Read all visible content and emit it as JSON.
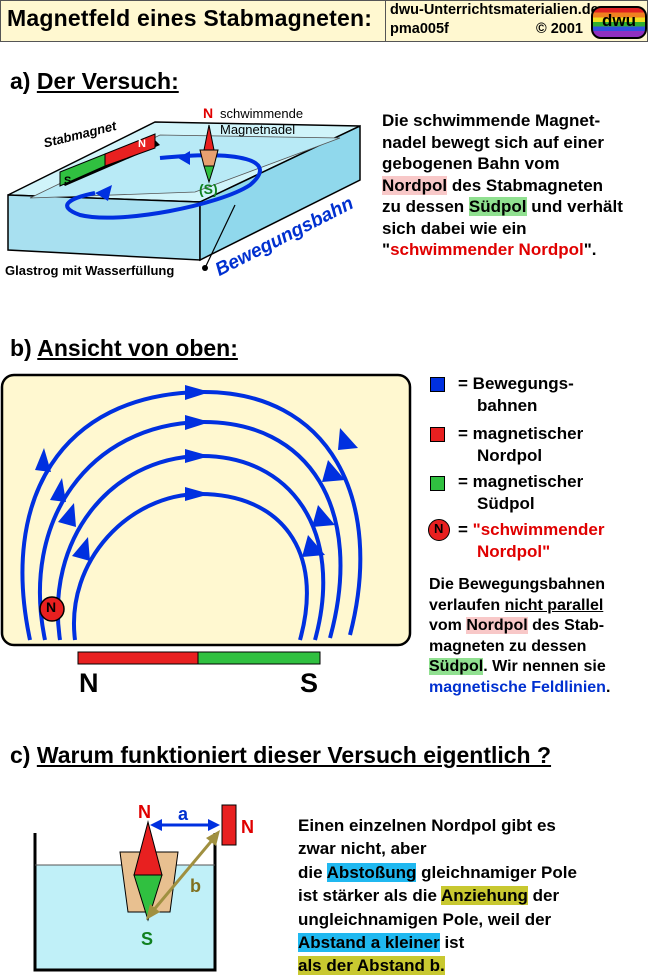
{
  "header": {
    "title": "Magnetfeld eines Stabmagneten:",
    "site": "dwu-Unterrichtsmaterialien.de",
    "code": "pma005f",
    "copyright": "© 2001",
    "logo_text": "dwu"
  },
  "section_a": {
    "heading_prefix": "a)",
    "heading": "Der Versuch:",
    "labels": {
      "stabmagnet": "Stabmagnet",
      "needle_n": "N",
      "needle_label_1": "schwimmende",
      "needle_label_2": "Magnetnadel",
      "magnet_n": "N",
      "magnet_s": "S",
      "needle_s": "(S)",
      "trough": "Glastrog mit Wasserfüllung",
      "path": "Bewegungsbahn"
    },
    "text": {
      "l1": "Die schwimmende Magnet-",
      "l2": "nadel bewegt sich auf einer",
      "l3": "gebogenen Bahn vom",
      "l4_hl": "Nordpol",
      "l4": " des Stabmagneten",
      "l5_a": "zu dessen ",
      "l5_hl": "Südpol",
      "l5_b": " und verhält",
      "l6": "sich dabei wie ein",
      "l7_q1": "\"",
      "l7_red": "schwimmender Nordpol",
      "l7_q2": "\"."
    }
  },
  "section_b": {
    "heading_prefix": "b)",
    "heading": "Ansicht von oben:",
    "pole_n": "N",
    "pole_s": "S",
    "float_n": "N",
    "legend": {
      "eq": "=",
      "blue_1": "Bewegungs-",
      "blue_2": "bahnen",
      "red_1": "magnetischer",
      "red_2": "Nordpol",
      "green_1": "magnetischer",
      "green_2": "Südpol",
      "float_n": "N",
      "float_1": "\"schwimmender",
      "float_2": "Nordpol\""
    },
    "text": {
      "l1": "Die Bewegungsbahnen",
      "l2_a": "verlaufen ",
      "l2_u": "nicht parallel",
      "l3_a": "vom ",
      "l3_hl": "Nordpol",
      "l3_b": " des Stab-",
      "l4": "magneten zu dessen",
      "l5_hl": "Südpol",
      "l5_b": ". Wir nennen sie",
      "l6_blue": "magnetische Feldlinien",
      "l6_b": "."
    }
  },
  "section_c": {
    "heading_prefix": "c)",
    "heading": "Warum funktioniert dieser Versuch eigentlich ?",
    "labels": {
      "needle_n": "N",
      "needle_s": "S",
      "magnet_n": "N",
      "a": "a",
      "b": "b"
    },
    "text": {
      "l1": "Einen einzelnen Nordpol gibt es",
      "l2": "zwar nicht, aber",
      "l3_a": "die ",
      "l3_hl": "Abstoßung",
      "l3_b": " gleichnamiger Pole",
      "l4_a": "ist stärker als die ",
      "l4_hl": "Anziehung",
      "l4_b": " der",
      "l5": "ungleichnamigen Pole, weil der",
      "l6_hl": "Abstand a kleiner",
      "l6_b": " ist",
      "l7_hl": "als der Abstand b."
    }
  },
  "colors": {
    "field_line": "#0030e0",
    "north": "#e82020",
    "south": "#30c040",
    "water": "#c0f0f8",
    "board": "#fff8d0"
  }
}
